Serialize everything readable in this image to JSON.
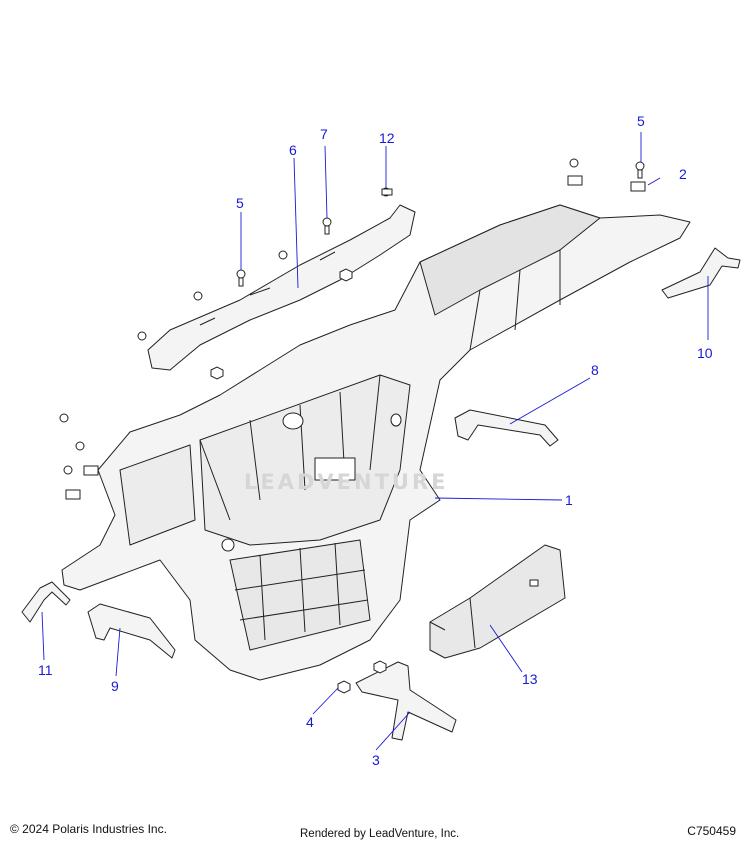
{
  "watermark": "LEADVENTURE",
  "footer": {
    "copyright": "© 2024 Polaris Industries Inc.",
    "rendered_by": "Rendered by LeadVenture, Inc.",
    "diagram_code": "C750459"
  },
  "callouts": [
    {
      "id": "1",
      "label": "1"
    },
    {
      "id": "2",
      "label": "2"
    },
    {
      "id": "3",
      "label": "3"
    },
    {
      "id": "4",
      "label": "4"
    },
    {
      "id": "5a",
      "label": "5"
    },
    {
      "id": "5b",
      "label": "5"
    },
    {
      "id": "6",
      "label": "6"
    },
    {
      "id": "7",
      "label": "7"
    },
    {
      "id": "8",
      "label": "8"
    },
    {
      "id": "9",
      "label": "9"
    },
    {
      "id": "10",
      "label": "10"
    },
    {
      "id": "11",
      "label": "11"
    },
    {
      "id": "12",
      "label": "12"
    },
    {
      "id": "13",
      "label": "13"
    }
  ],
  "colors": {
    "callout": "#1a1ad6",
    "leader": "#1a1ad6",
    "line": "#222222",
    "shade": "#e3e3e3"
  }
}
